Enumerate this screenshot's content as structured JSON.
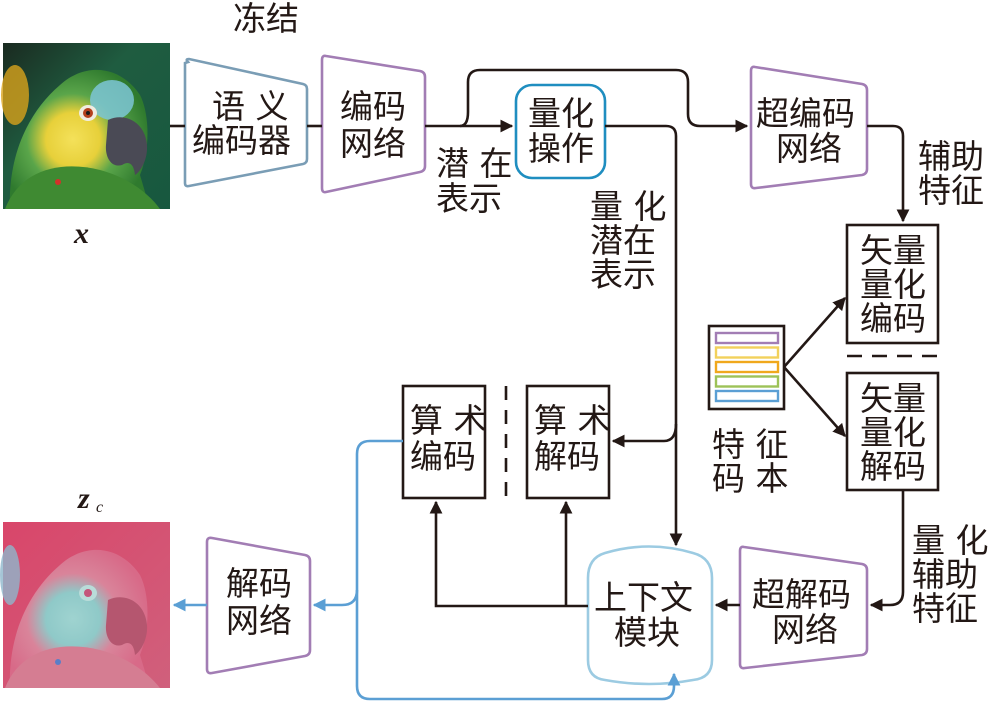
{
  "diagram": {
    "frozen_label": "冻结",
    "input_image": {
      "label": "x",
      "description": "original parrot photo"
    },
    "output_image": {
      "label": "z",
      "subscript": "c",
      "description": "reconstructed parrot feature map (pink tint)"
    },
    "semantic_encoder": {
      "line1": "语 义",
      "line2": "编码器"
    },
    "encoder_network": {
      "line1": "编码",
      "line2": "网络"
    },
    "quantize_op": {
      "line1": "量化",
      "line2": "操作"
    },
    "latent_label": {
      "line1": "潜 在",
      "line2": "表示"
    },
    "quantized_latent_label": {
      "line1": "量 化",
      "line2": "潜在",
      "line3": "表示"
    },
    "hyper_encoder": {
      "line1": "超编码",
      "line2": "网络"
    },
    "side_feature_label": {
      "line1": "辅助",
      "line2": "特征"
    },
    "vq_encoder": {
      "line1": "矢量",
      "line2": "量化",
      "line3": "编码"
    },
    "vq_decoder": {
      "line1": "矢量",
      "line2": "量化",
      "line3": "解码"
    },
    "codebook": {
      "label_line1": "特 征",
      "label_line2": "码 本",
      "entry_colors": [
        "#a27db4",
        "#f2d15c",
        "#f0a81c",
        "#9dc257",
        "#5b9fd4"
      ]
    },
    "quantized_side_label": {
      "line1": "量 化",
      "line2": "辅助",
      "line3": "特征"
    },
    "hyper_decoder": {
      "line1": "超解码",
      "line2": "网络"
    },
    "context_module": {
      "line1": "上下文",
      "line2": "模块"
    },
    "arith_encoder": {
      "line1": "算 术",
      "line2": "编码"
    },
    "arith_decoder": {
      "line1": "算 术",
      "line2": "解码"
    },
    "decoder_network": {
      "line1": "解码",
      "line2": "网络"
    },
    "colors": {
      "line": "#231815",
      "flow_blue": "#5b9fd4",
      "frozen_module_border": "#7a9db5",
      "network_border": "#a27db4",
      "quantize_border": "#1f8ec0",
      "context_border": "#9ccbe2"
    }
  }
}
